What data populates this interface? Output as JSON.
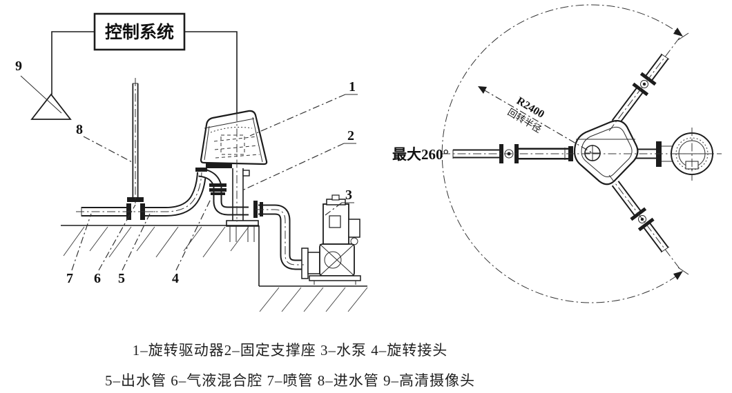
{
  "page": {
    "background": "#ffffff",
    "line_color": "#1c1c1c"
  },
  "left_view": {
    "control_box_label": "控制系统",
    "part_numbers": {
      "n1": "1",
      "n2": "2",
      "n3": "3",
      "n4": "4",
      "n5": "5",
      "n6": "6",
      "n7": "7",
      "n8": "8",
      "n9": "9"
    }
  },
  "right_view": {
    "max_rotation_label": "最大260°",
    "radius_value_label": "R2400",
    "radius_name_label": "回转半径"
  },
  "caption": {
    "line1": "1–旋转驱动器2–固定支撑座 3–水泵 4–旋转接头",
    "line2": "5–出水管 6–气液混合腔 7–喷管 8–进水管 9–高清摄像头"
  }
}
